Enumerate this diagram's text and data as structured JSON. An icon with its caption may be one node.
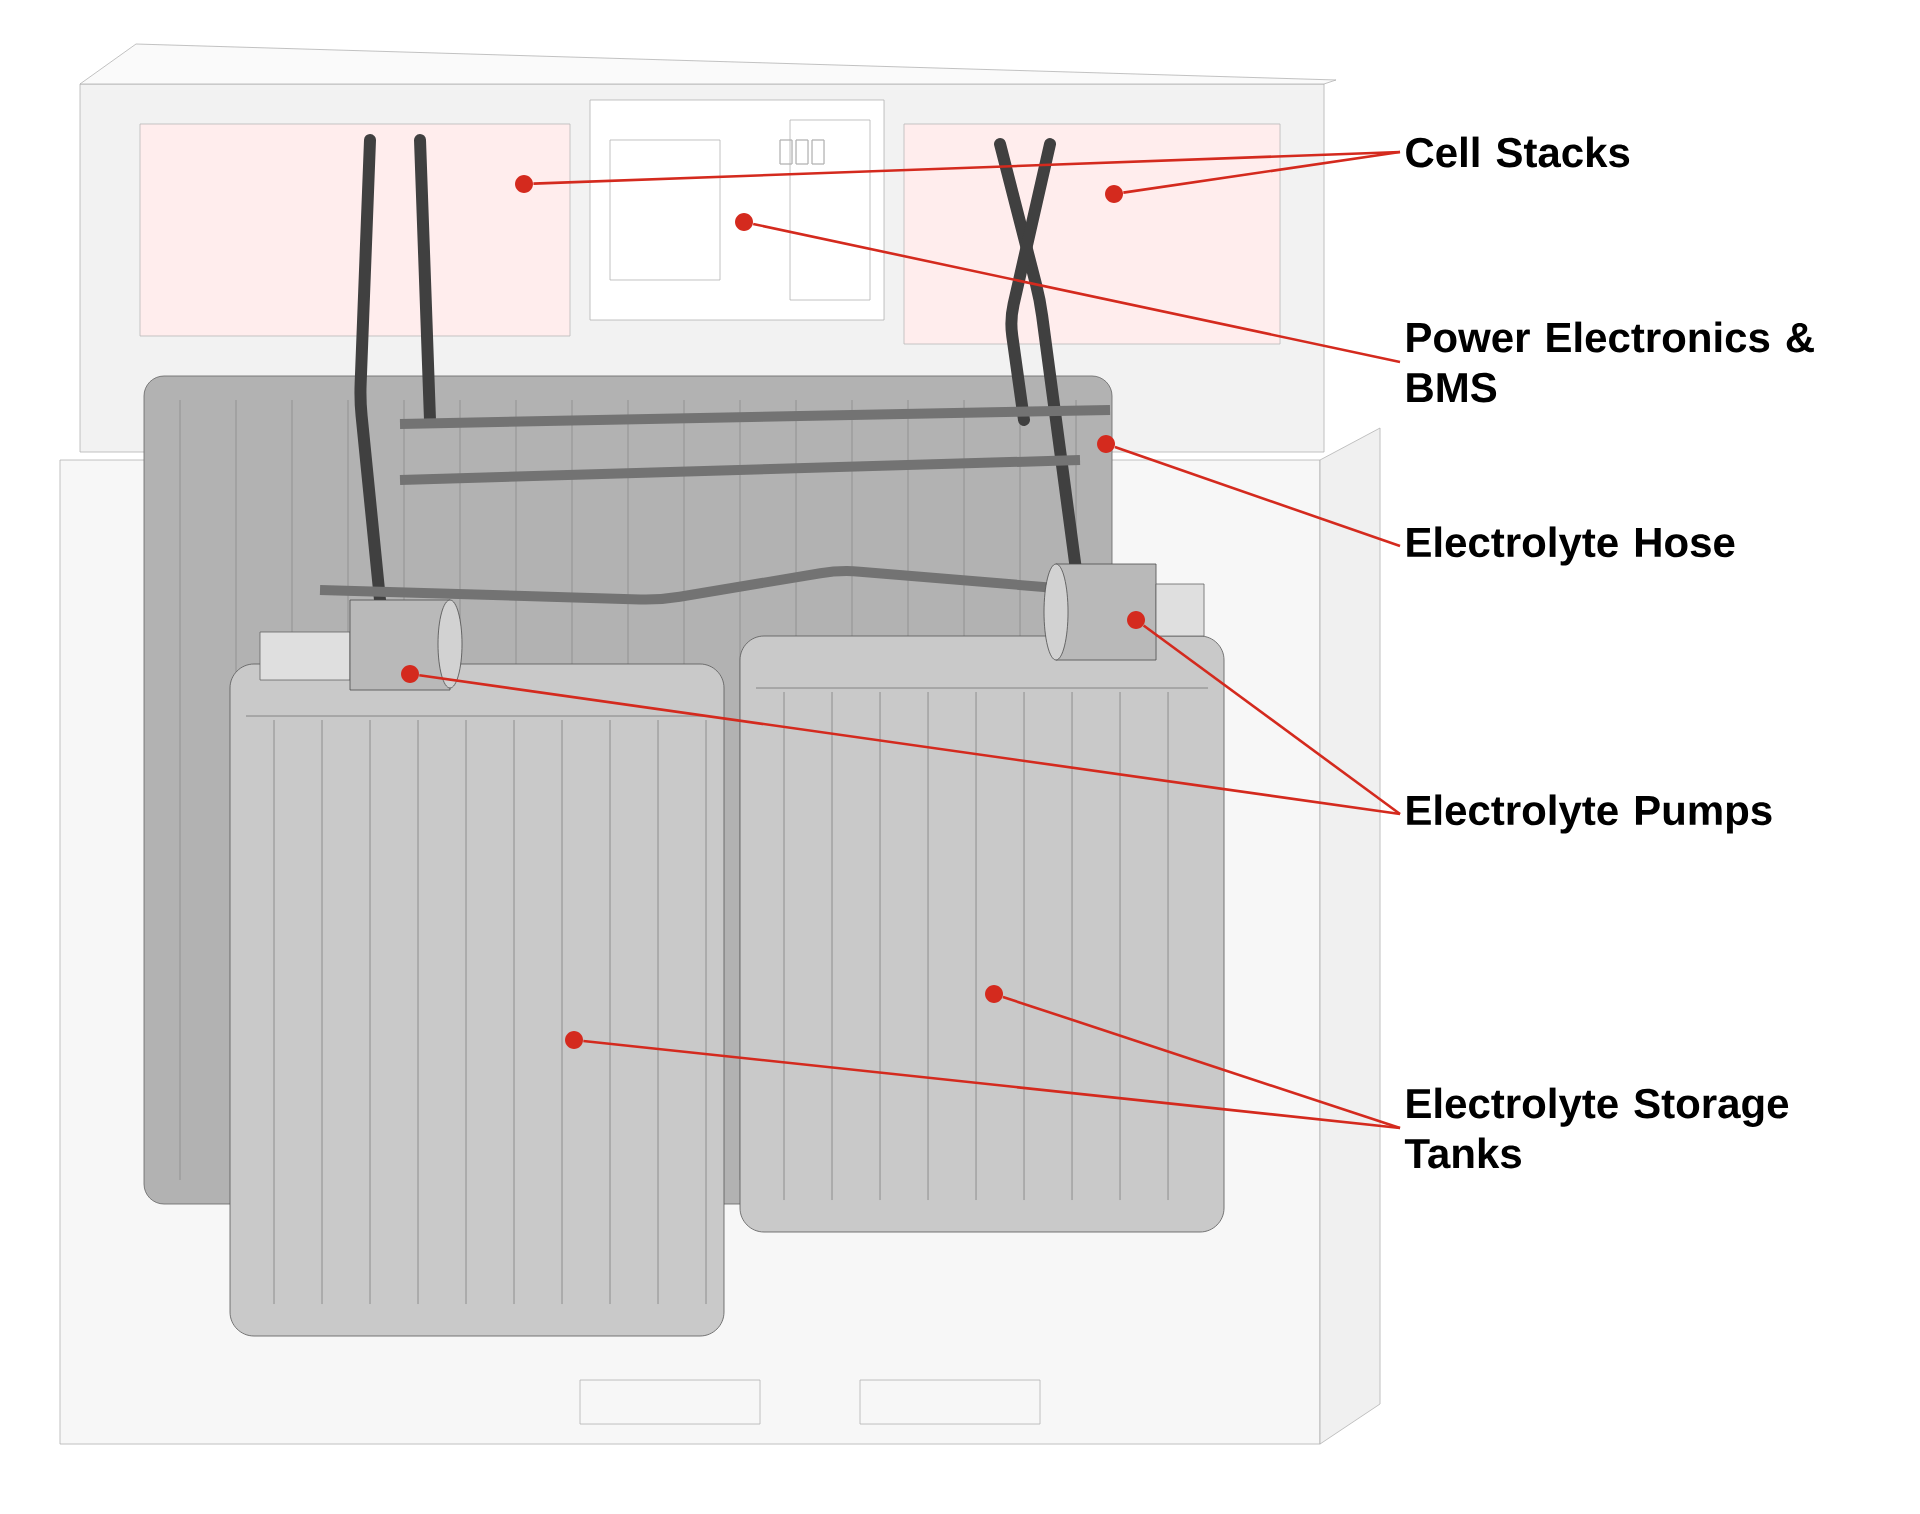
{
  "diagram": {
    "nodes": [
      {
        "text": [
          "Cell Stacks"
        ]
      },
      {
        "text": [],
        "shape": "circle"
      },
      {
        "text": [],
        "shape": "circle"
      },
      {
        "text": [
          "Power Electronics & BMS"
        ]
      },
      {
        "text": [],
        "shape": "circle"
      },
      {
        "text": [
          "Electrolyte Hose"
        ]
      },
      {
        "text": [],
        "shape": "circle"
      },
      {
        "text": [
          "Electrolyte Pumps"
        ]
      },
      {
        "text": [],
        "shape": "circle"
      },
      {
        "text": [],
        "shape": "circle"
      },
      {
        "text": [
          "Electrolyte Storage Tanks"
        ]
      },
      {
        "text": [],
        "shape": "circle"
      },
      {
        "text": [],
        "shape": "circle"
      }
    ],
    "edges": [
      {
        "from": 0,
        "to": 1,
        "arrow": "none"
      },
      {
        "from": 0,
        "to": 2,
        "arrow": "none"
      },
      {
        "from": 3,
        "to": 4,
        "arrow": "none"
      },
      {
        "from": 5,
        "to": 6,
        "arrow": "none"
      },
      {
        "from": 7,
        "to": 8,
        "arrow": "none"
      },
      {
        "from": 7,
        "to": 9,
        "arrow": "none"
      },
      {
        "from": 10,
        "to": 11,
        "arrow": "none"
      },
      {
        "from": 10,
        "to": 12,
        "arrow": "none"
      }
    ]
  }
}
